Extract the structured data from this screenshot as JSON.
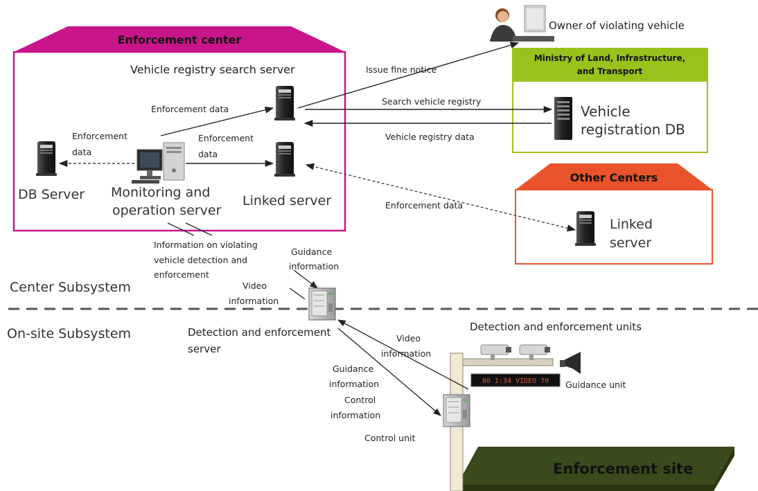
{
  "enforcement_center": {
    "title": "Enforcement center",
    "vehicle_registry_search_server": "Vehicle registry search server",
    "db_server": "DB Server",
    "monitoring_server_line1": "Monitoring and",
    "monitoring_server_line2": "operation server",
    "linked_server": "Linked server",
    "edge_enforcement_data_to_search": "Enforcement data",
    "edge_enforcement_data_db_line1": "Enforcement",
    "edge_enforcement_data_db_line2": "data",
    "edge_enforcement_data_linked_line1": "Enforcement",
    "edge_enforcement_data_linked_line2": "data"
  },
  "owner": {
    "label": "Owner of violating vehicle",
    "edge_issue_fine": "Issue fine notice"
  },
  "ministry": {
    "title_line1": "Ministry of Land, Infrastructure,",
    "title_line2": "and Transport",
    "db_line1": "Vehicle",
    "db_line2": "registration DB",
    "edge_search": "Search vehicle registry",
    "edge_registry_data": "Vehicle registry data"
  },
  "other_centers": {
    "title": "Other Centers",
    "linked_line1": "Linked",
    "linked_line2": "server",
    "edge_enforcement_data": "Enforcement data"
  },
  "subsystems": {
    "center": "Center Subsystem",
    "onsite": "On-site Subsystem"
  },
  "detection_server": {
    "label_line1": "Detection and enforcement",
    "label_line2": "server",
    "edge_info_line1": "Information on violating",
    "edge_info_line2": "vehicle detection and",
    "edge_info_line3": "enforcement",
    "edge_guidance_line1": "Guidance",
    "edge_guidance_line2": "information",
    "edge_video_line1": "Video",
    "edge_video_line2": "information"
  },
  "site": {
    "detection_units": "Detection and enforcement units",
    "edge_video_line1": "Video",
    "edge_video_line2": "information",
    "guidance_unit": "Guidance unit",
    "edge_guidance_control_line1": "Guidance",
    "edge_guidance_control_line2": "information",
    "edge_guidance_control_line3": "Control",
    "edge_guidance_control_line4": "information",
    "control_unit": "Control unit",
    "enforcement_site": "Enforcement site",
    "sign_text": "80 1:34 VIDEO 70"
  },
  "colors": {
    "enforcement_center": "#c8158a",
    "ministry": "#99c21c",
    "other_centers": "#e8532b",
    "site_platform": "#3a4a1c",
    "divider": "#555555"
  },
  "icons": {
    "server": "server-tower-icon",
    "pc": "desktop-computer-icon",
    "person": "person-at-computer-icon",
    "camera": "cctv-camera-icon",
    "speaker": "loudspeaker-icon"
  }
}
